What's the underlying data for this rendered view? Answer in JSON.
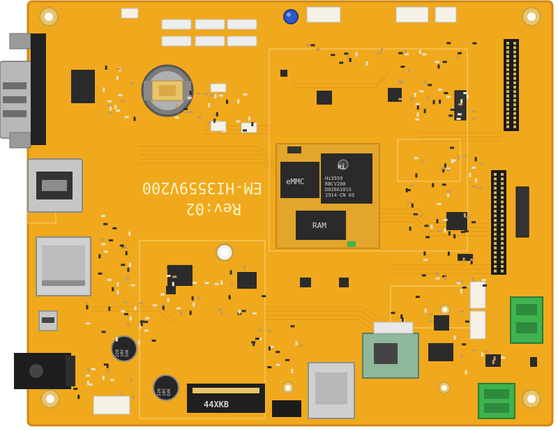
{
  "board": {
    "silkscreen_name": "EM-HI3559V200",
    "silkscreen_rev": "Rev:02",
    "colors": {
      "pcb": "#f0a91c",
      "pcb_shade": "#d8901a",
      "trace": "#e9a21c",
      "silk": "#fff3c8",
      "chip": "#2a2a2a",
      "metal": "#b8b8b8",
      "gold": "#e8c46a",
      "connector_white": "#f5f1e6",
      "terminal_green": "#3fb34f",
      "module_pcb": "#e3a52a"
    }
  },
  "core_module": {
    "emmc_label": "eMMC",
    "ram_label": "RAM",
    "soc_lines": [
      "Hi3559",
      "RBCV200",
      "D0266101S",
      "1914-CN  03"
    ],
    "logo_text": "Hi"
  },
  "components": {
    "m2_slot_label": "44XKB",
    "cap_1_lines": [
      "220",
      "10V",
      "SVK"
    ],
    "cap_2_lines": [
      "220",
      "10V",
      "SVK"
    ]
  }
}
